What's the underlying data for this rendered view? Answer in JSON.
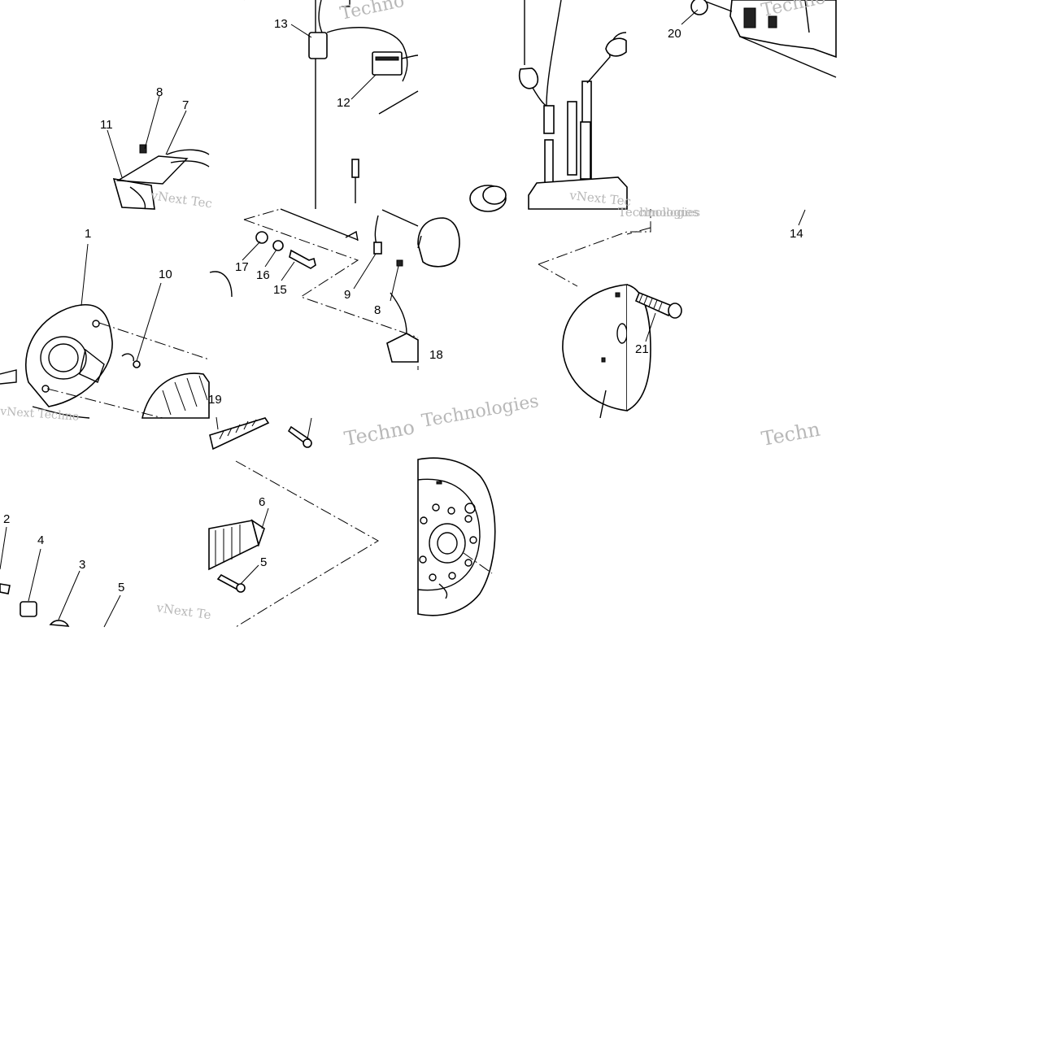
{
  "diagram": {
    "callouts": [
      "13",
      "12",
      "8",
      "7",
      "11",
      "20",
      "14",
      "1",
      "10",
      "17",
      "16",
      "15",
      "9",
      "8",
      "18",
      "21",
      "19",
      "6",
      "5",
      "2",
      "4",
      "3",
      "5"
    ],
    "watermarks": [
      "vNext Tec",
      "Techno",
      "vNext Tec",
      "Technologies",
      "vNext Techno",
      "Techno",
      "vNext Te",
      "Technologies",
      "Techno",
      "chnologies",
      "Techn"
    ]
  }
}
